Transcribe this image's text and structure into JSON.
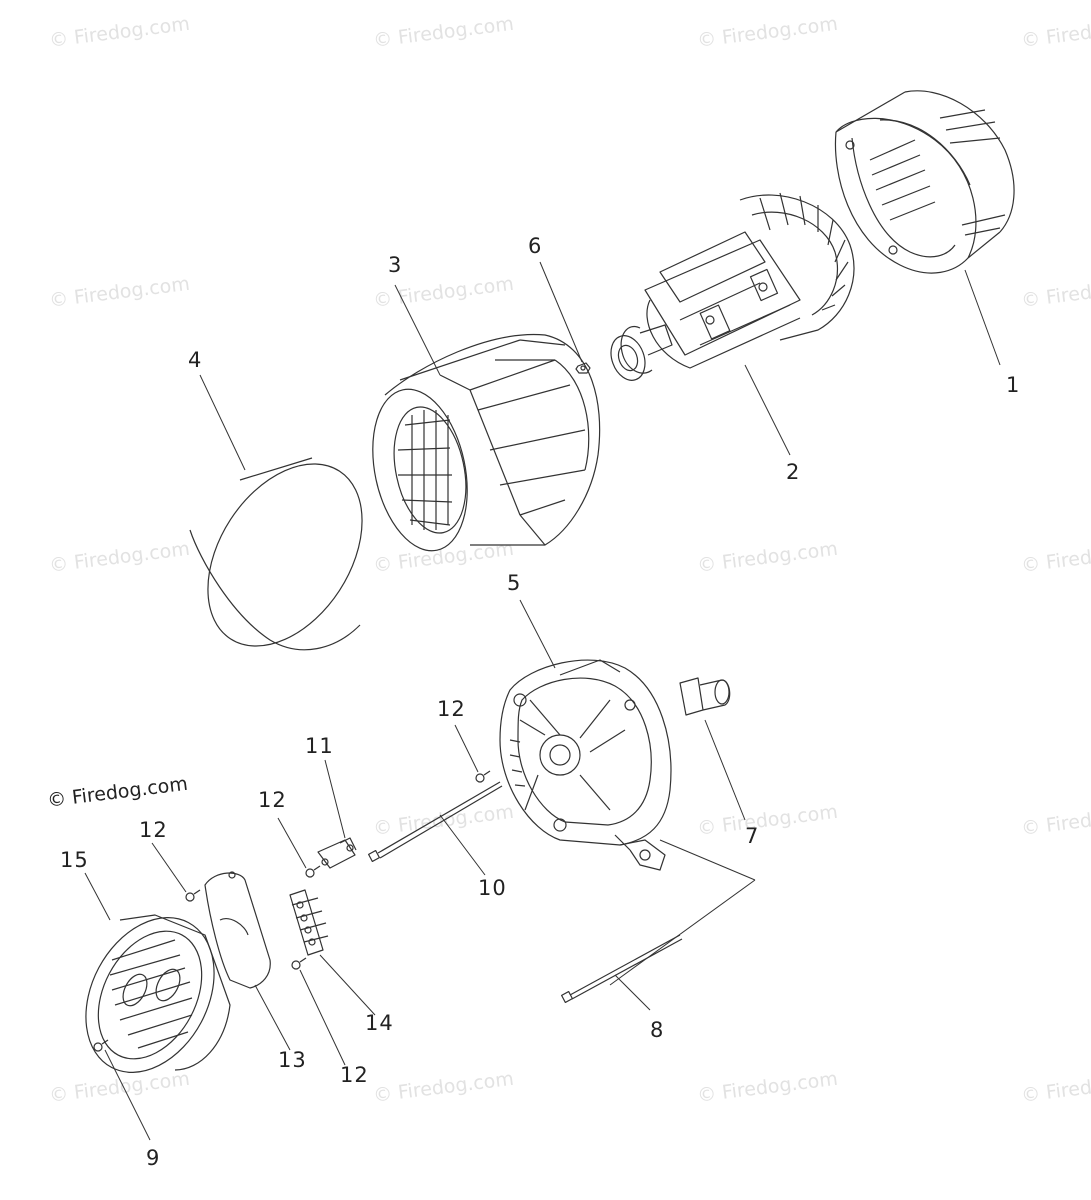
{
  "watermark": {
    "text": "© Firedog.com"
  },
  "credit": {
    "text": "© Firedog.com"
  },
  "callouts": {
    "c1": "1",
    "c2": "2",
    "c3": "3",
    "c4": "4",
    "c5": "5",
    "c6": "6",
    "c7": "7",
    "c8": "8",
    "c9": "9",
    "c10": "10",
    "c11": "11",
    "c12a": "12",
    "c12b": "12",
    "c12c": "12",
    "c12d": "12",
    "c13": "13",
    "c14": "14",
    "c15": "15"
  },
  "colors": {
    "line": "#333333",
    "watermark": "#e2e2e2",
    "background": "#ffffff"
  }
}
